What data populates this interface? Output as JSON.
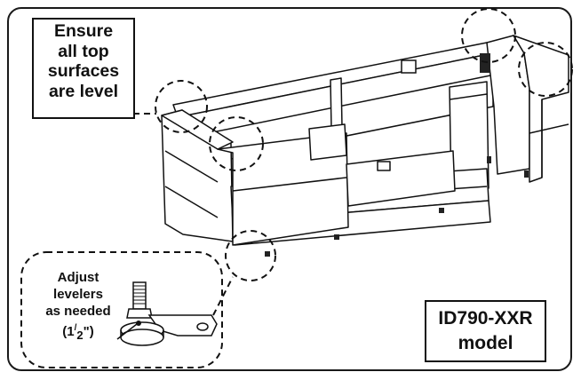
{
  "callouts": {
    "top_note": [
      "Ensure",
      "all top",
      "surfaces",
      "are level"
    ],
    "leveler_note": [
      "Adjust",
      "levelers",
      "as needed"
    ],
    "leveler_size": {
      "open": "(1",
      "numerator": "/",
      "denominator": "2",
      "close": "\")"
    }
  },
  "model_label": [
    "ID790-XXR",
    "model"
  ]
}
